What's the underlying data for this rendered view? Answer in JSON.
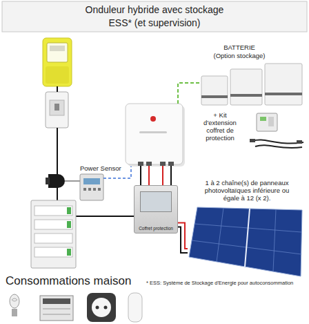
{
  "diagram": {
    "title": "Onduleur hybride avec stockage ESS* (et supervision)",
    "nodes": [
      {
        "text": [
          "BATTERIE",
          "(Option stockage)"
        ]
      },
      {
        "text": [
          "+ Kit d'extension coffret de protection"
        ]
      },
      {
        "text": [
          "Power Sensor"
        ]
      },
      {
        "text": [
          "Coffret protection"
        ]
      },
      {
        "text": [
          "1 à 2 chaîne(s) de panneaux photovoltaïques inférieure ou égale à 12 (x 2)."
        ]
      }
    ],
    "edges": [
      {
        "from": 3,
        "to": 4,
        "arrow": "none"
      }
    ],
    "labels": [
      "Consommations maison",
      "* ESS: Système de Stockage d'Energie pour autoconsommation"
    ]
  }
}
